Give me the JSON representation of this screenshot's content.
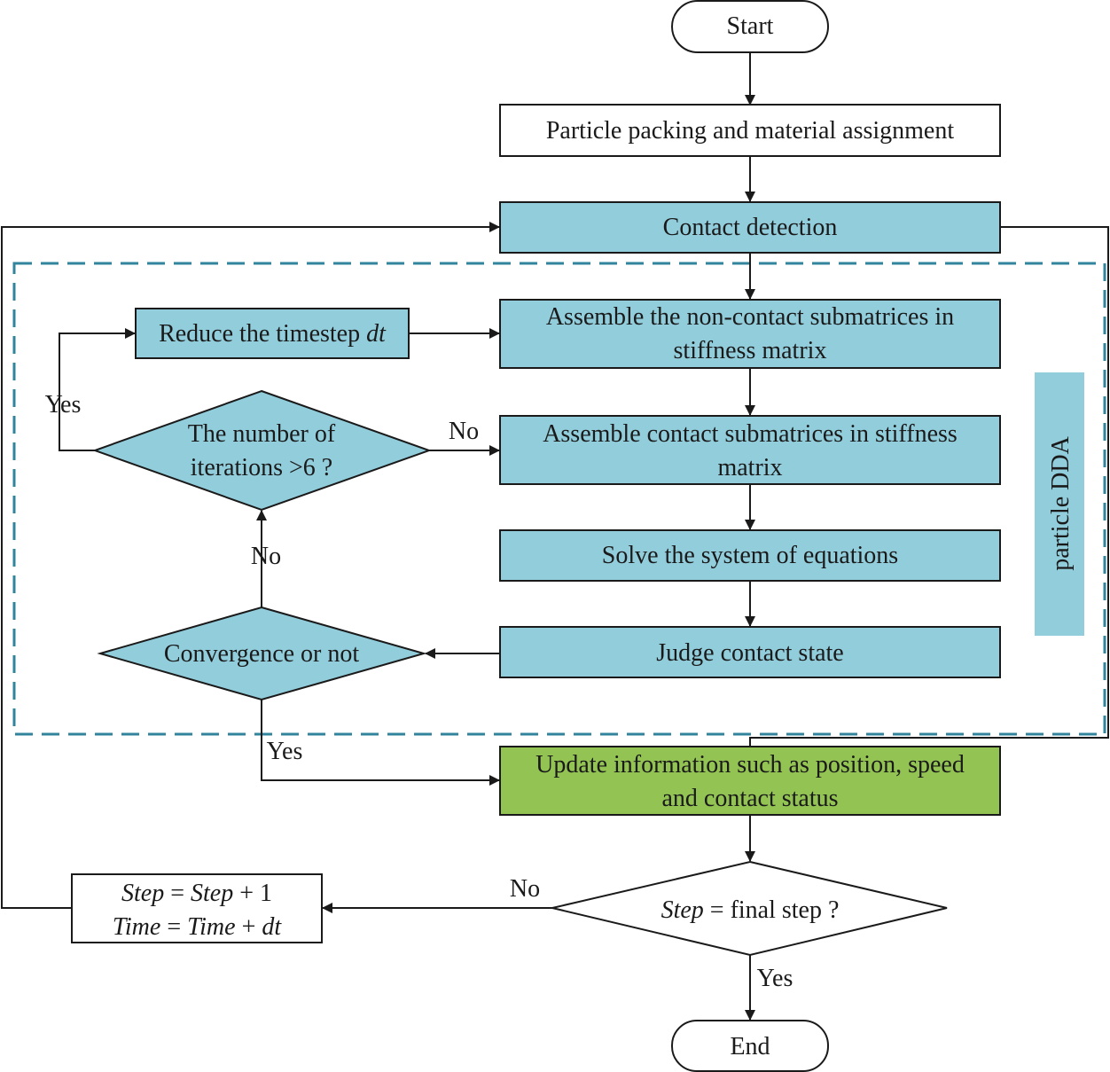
{
  "colors": {
    "process": "#92cddc",
    "update": "#92c353",
    "plain": "#ffffff",
    "region_border": "#31849b",
    "line": "#1a1a1a"
  },
  "nodes": {
    "start": "Start",
    "packing": "Particle packing and material assignment",
    "contact_detection": "Contact detection",
    "reduce_timestep": {
      "text": "Reduce the timestep ",
      "var": "dt"
    },
    "assemble_noncontact": {
      "line1": "Assemble the non-contact submatrices in",
      "line2": "stiffness matrix"
    },
    "iterations_decision": {
      "line1": "The number of",
      "line2": "iterations >6 ?"
    },
    "assemble_contact": {
      "line1": "Assemble  contact submatrices in stiffness",
      "line2": "matrix"
    },
    "solve": "Solve the system of equations",
    "judge": "Judge contact state",
    "convergence_decision": "Convergence or not",
    "update": {
      "line1": "Update information such as position, speed",
      "line2": "and contact status"
    },
    "final_step_decision": {
      "var": "Step",
      "rest": "  = final step ?"
    },
    "step_update": {
      "l1_a": "Step",
      "l1_b": " = ",
      "l1_c": "Step",
      "l1_d": " + 1",
      "l2_a": "Time",
      "l2_b": " = ",
      "l2_c": "Time",
      "l2_d": " + ",
      "l2_e": "dt"
    },
    "end": "End"
  },
  "region_label": "particle DDA",
  "edge_labels": {
    "iter_yes": "Yes",
    "iter_no": "No",
    "conv_no": "No",
    "conv_yes": "Yes",
    "final_no": "No",
    "final_yes": "Yes"
  }
}
